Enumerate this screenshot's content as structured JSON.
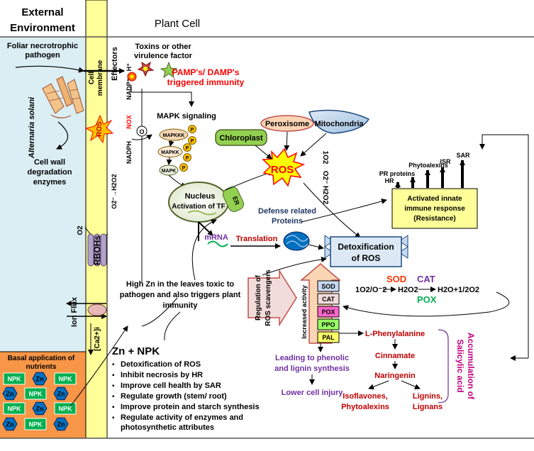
{
  "regions": {
    "external_title": [
      "External",
      "Environment"
    ],
    "plant_cell_title": "Plant Cell",
    "cell_membrane": [
      "Cell",
      "membrane"
    ]
  },
  "external": {
    "pathogen_intro": [
      "Foliar necrotrophic",
      "pathogen"
    ],
    "pathogen_species": "Alternaria solani",
    "cell_wall_enzymes": [
      "Cell wall",
      "degradation",
      "enzymes"
    ],
    "o2": "O2",
    "ion_flux": "Ion Flux",
    "ca_label": "[Ca2+]i",
    "basal_application": [
      "Basal application of",
      "nutrients"
    ],
    "tokens": [
      "NPK",
      "Zn"
    ]
  },
  "membrane": {
    "effectors": "Effectors",
    "ros": "ROS",
    "nox": "NOX",
    "nadph": "NADPH",
    "nadp": "NADP⁺ + H⁺",
    "o2_h2o2": "O2⁻→H2O2",
    "rbohs": "RBOHs"
  },
  "signaling": {
    "toxins": [
      "Toxins or other",
      "virulence factor"
    ],
    "pamp": [
      "PAMP's/ DAMP's",
      "triggered immunity"
    ],
    "mapk_signaling": "MAPK signaling",
    "mapkkk": "MAPKKK",
    "mapkk": "MAPKK",
    "mapk": "MAPK",
    "p": "P",
    "nucleus": [
      "Nucleus",
      "Activation of TF"
    ],
    "er": "ER",
    "mrna": "mRNA",
    "translation": "Translation"
  },
  "organelles": {
    "chloroplast": "Chloroplast",
    "peroxisome": "Peroxisome",
    "mitochondria": "Mitochondria",
    "ros": "ROS",
    "species": [
      "1O2",
      "O2⁻",
      "H2O2"
    ]
  },
  "defense": {
    "proteins": [
      "Defense related",
      "Proteins"
    ],
    "detox": [
      "Detoxification",
      "of ROS"
    ],
    "immune_box": [
      "Activated innate",
      "immune response",
      "(Resistance)"
    ],
    "bars": [
      "HR",
      "PR proteins",
      "Phytoalexins",
      "ISR",
      "SAR"
    ]
  },
  "zinc": {
    "note": [
      "High Zn in the leaves toxic to",
      "pathogen and also triggers plant",
      "immunity"
    ],
    "heading": "Zn + NPK",
    "bullets": [
      "Detoxification of ROS",
      "Inhibit necrosis by HR",
      "Improve cell health by SAR",
      "Regulate growth (stem/ root)",
      "Improve protein and starch synthesis",
      "Regulate activity of enzymes and",
      "photosynthetic attributes"
    ]
  },
  "scavengers": {
    "regulation": [
      "Regulation of",
      "ROS scavengers"
    ],
    "increased": "Increased activity",
    "enzymes": [
      "SOD",
      "CAT",
      "POX",
      "PPO",
      "PAL"
    ],
    "enzyme_colors": [
      "#c6d9f1",
      "#f2dcdb",
      "#ff66cc",
      "#99ff66",
      "#ffff66"
    ],
    "reaction": {
      "substrate": "1O2/O⁻2",
      "h2o2": "H2O2",
      "product": "H2O+1/2O2",
      "sod": "SOD",
      "cat": "CAT",
      "pox": "POX"
    }
  },
  "phenyl": {
    "leading": [
      "Leading to phenolic",
      "and lignin synthesis"
    ],
    "lower": "Lower cell injury",
    "phenylalanine": "L-Phenylalanine",
    "cinnamate": "Cinnamate",
    "naringenin": "Naringenin",
    "isoflavones": [
      "Isoflavones,",
      "Phytoalexins"
    ],
    "lignins": [
      "Lignins,",
      "Lignans"
    ],
    "salicylic": [
      "Accumulation of",
      "Salicylic acid"
    ]
  }
}
